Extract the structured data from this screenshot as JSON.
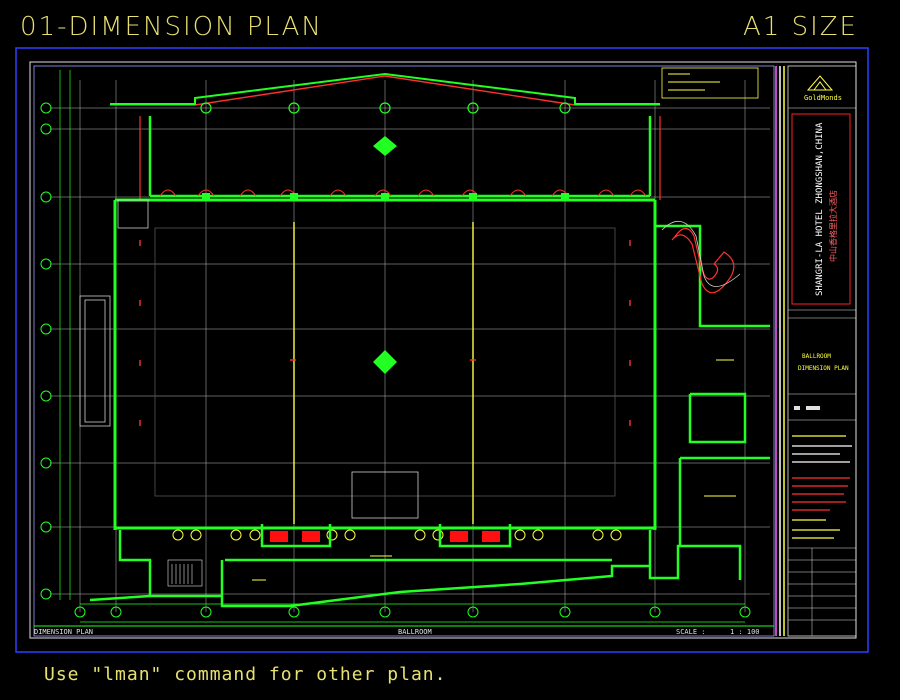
{
  "header": {
    "title": "01-DIMENSION PLAN",
    "size_label": "A1 SIZE"
  },
  "footer": {
    "note": "Use \"lman\" command for other plan."
  },
  "drawing": {
    "bottom_left_label": "DIMENSION PLAN",
    "bottom_center_label": "BALLROOM",
    "scale_label": "SCALE :",
    "scale_value": "1 : 100"
  },
  "title_block": {
    "logo_text": "GoldMonds",
    "project_name": "SHANGRI-LA HOTEL ZHONGSHAN,CHINA",
    "project_name_cn": "中山香格里拉大酒店",
    "drawing_title_1": "BALLROOM",
    "drawing_title_2": "DIMENSION PLAN"
  },
  "colors": {
    "wall": "#22ff22",
    "grid": "#cfcfcf",
    "accent_red": "#ff2020",
    "accent_yellow": "#ffff40",
    "frame": "#2a40ff",
    "header_text": "#e8e070"
  }
}
